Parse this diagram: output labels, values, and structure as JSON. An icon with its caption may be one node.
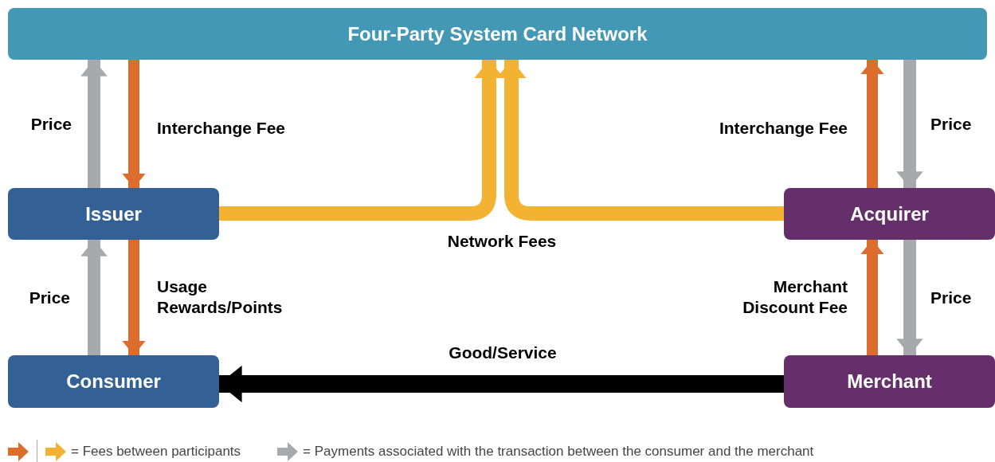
{
  "diagram": {
    "nodes": [
      {
        "text": [
          "Four-Party System Card Network"
        ]
      },
      {
        "text": [
          "Issuer"
        ]
      },
      {
        "text": [
          "Acquirer"
        ]
      },
      {
        "text": [
          "Consumer"
        ]
      },
      {
        "text": [
          "Merchant"
        ]
      }
    ],
    "edges": [
      {
        "from": 1,
        "to": 0,
        "arrow": "to",
        "label": "Price",
        "color": "#a7a9ac"
      },
      {
        "from": 0,
        "to": 1,
        "arrow": "to",
        "label": "Interchange Fee",
        "color": "#dc6d2c"
      },
      {
        "from": 1,
        "to": 0,
        "arrow": "to",
        "label": "Network Fees",
        "color": "#f4b233"
      },
      {
        "from": 2,
        "to": 0,
        "arrow": "to",
        "color": "#f4b233"
      },
      {
        "from": 2,
        "to": 0,
        "arrow": "to",
        "label": "Interchange Fee",
        "color": "#dc6d2c"
      },
      {
        "from": 0,
        "to": 2,
        "arrow": "to",
        "label": "Price",
        "color": "#a7a9ac"
      },
      {
        "from": 3,
        "to": 1,
        "arrow": "to",
        "label": "Price",
        "color": "#a7a9ac"
      },
      {
        "from": 1,
        "to": 3,
        "arrow": "to",
        "label": "Usage Rewards/Points",
        "color": "#dc6d2c"
      },
      {
        "from": 4,
        "to": 2,
        "arrow": "to",
        "label": "Merchant Discount Fee",
        "color": "#dc6d2c"
      },
      {
        "from": 2,
        "to": 4,
        "arrow": "to",
        "label": "Price",
        "color": "#a7a9ac"
      },
      {
        "from": 4,
        "to": 3,
        "arrow": "to",
        "label": "Good/Service",
        "color": "#000000"
      }
    ],
    "legend": [
      {
        "text": "= Fees between participants"
      },
      {
        "text": "= Payments associated with the transaction between the consumer and the merchant"
      }
    ]
  }
}
